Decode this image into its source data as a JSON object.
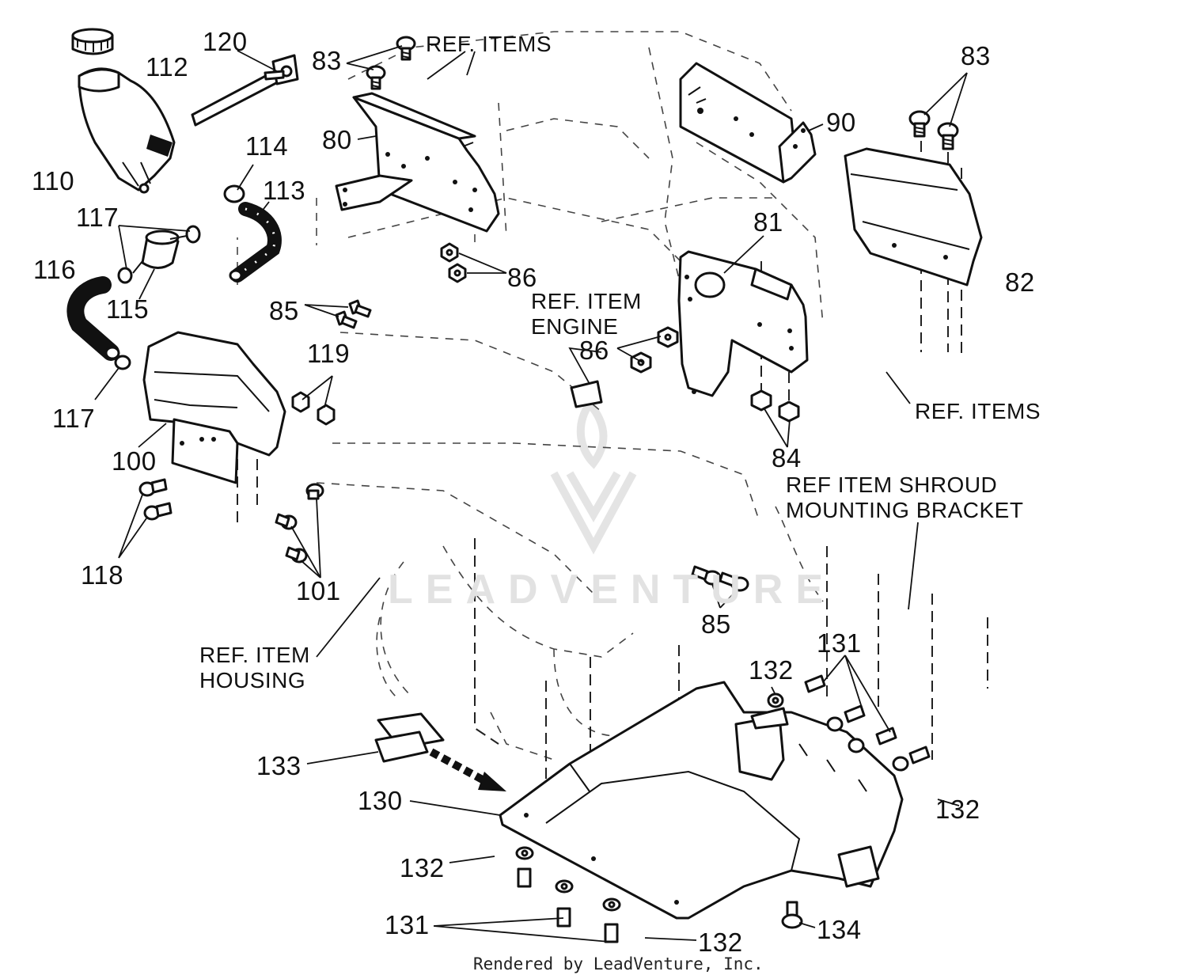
{
  "diagram": {
    "part_labels": [
      {
        "id": "p110",
        "text": "110"
      },
      {
        "id": "p112",
        "text": "112"
      },
      {
        "id": "p120",
        "text": "120"
      },
      {
        "id": "p83a",
        "text": "83"
      },
      {
        "id": "p80",
        "text": "80"
      },
      {
        "id": "p114",
        "text": "114"
      },
      {
        "id": "p113",
        "text": "113"
      },
      {
        "id": "p117a",
        "text": "117"
      },
      {
        "id": "p116",
        "text": "116"
      },
      {
        "id": "p115",
        "text": "115"
      },
      {
        "id": "p85a",
        "text": "85"
      },
      {
        "id": "p119",
        "text": "119"
      },
      {
        "id": "p117b",
        "text": "117"
      },
      {
        "id": "p100",
        "text": "100"
      },
      {
        "id": "p118",
        "text": "118"
      },
      {
        "id": "p101",
        "text": "101"
      },
      {
        "id": "p86a",
        "text": "86"
      },
      {
        "id": "p86b",
        "text": "86"
      },
      {
        "id": "p90",
        "text": "90"
      },
      {
        "id": "p83b",
        "text": "83"
      },
      {
        "id": "p81",
        "text": "81"
      },
      {
        "id": "p82",
        "text": "82"
      },
      {
        "id": "p84",
        "text": "84"
      },
      {
        "id": "p85b",
        "text": "85"
      },
      {
        "id": "p131a",
        "text": "131"
      },
      {
        "id": "p132a",
        "text": "132"
      },
      {
        "id": "p132b",
        "text": "132"
      },
      {
        "id": "p133",
        "text": "133"
      },
      {
        "id": "p130",
        "text": "130"
      },
      {
        "id": "p132c",
        "text": "132"
      },
      {
        "id": "p131b",
        "text": "131"
      },
      {
        "id": "p132d",
        "text": "132"
      },
      {
        "id": "p134",
        "text": "134"
      }
    ],
    "ref_labels": [
      {
        "id": "ref_items_top",
        "lines": [
          "REF. ITEMS"
        ]
      },
      {
        "id": "ref_item_engine",
        "lines": [
          "REF. ITEM",
          "ENGINE"
        ]
      },
      {
        "id": "ref_items_right",
        "lines": [
          "REF. ITEMS"
        ]
      },
      {
        "id": "ref_item_shroud",
        "lines": [
          "REF  ITEM SHROUD",
          "MOUNTING BRACKET"
        ]
      },
      {
        "id": "ref_item_housing",
        "lines": [
          "REF. ITEM",
          "HOUSING"
        ]
      }
    ],
    "watermark": "LEADVENTURE",
    "footer": "Rendered by LeadVenture, Inc."
  }
}
